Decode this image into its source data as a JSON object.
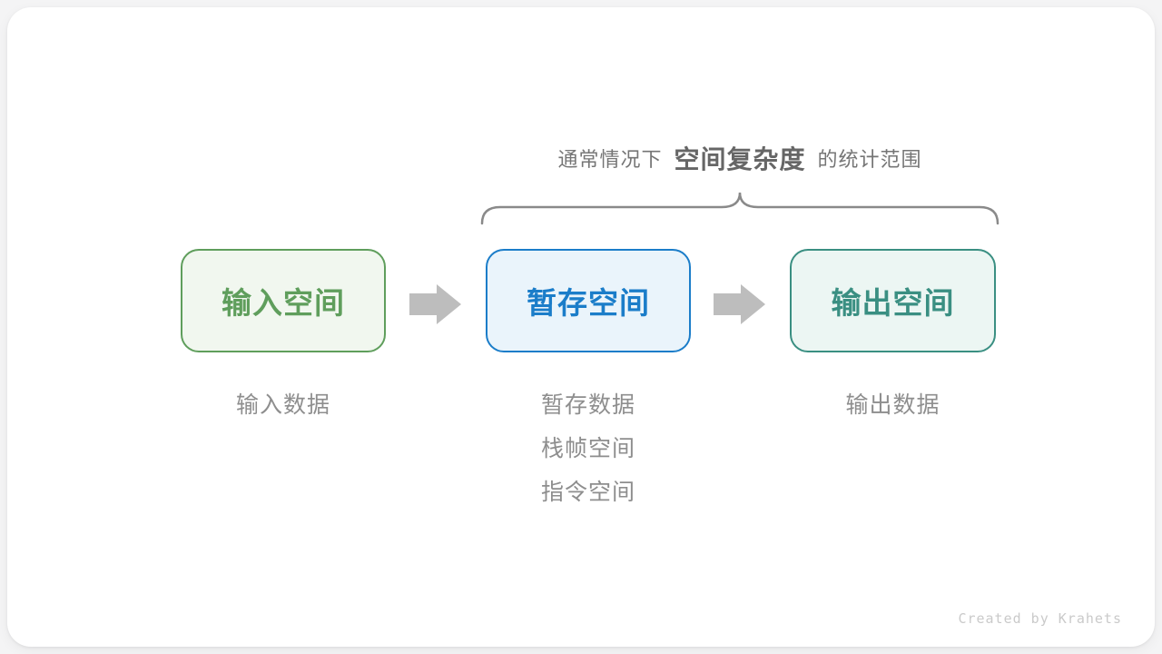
{
  "page": {
    "background": "#f4f4f5",
    "card_background": "#ffffff"
  },
  "annotation": {
    "prefix": "通常情况下",
    "highlight": "空间复杂度",
    "suffix": "的统计范围",
    "text_color": "#757575",
    "highlight_color": "#666666",
    "brace_color": "#8a8a8a"
  },
  "flow": {
    "boxes": [
      {
        "id": "input",
        "label": "输入空间",
        "border_color": "#5f9e5c",
        "fill_color": "#f1f7ef",
        "notes": [
          "输入数据"
        ]
      },
      {
        "id": "temp",
        "label": "暂存空间",
        "border_color": "#1b7dc9",
        "fill_color": "#eaf4fb",
        "notes": [
          "暂存数据",
          "栈帧空间",
          "指令空间"
        ]
      },
      {
        "id": "output",
        "label": "输出空间",
        "border_color": "#3a8f82",
        "fill_color": "#ecf6f3",
        "notes": [
          "输出数据"
        ]
      }
    ],
    "arrow_color": "#bdbdbd",
    "notes_color": "#8e8e8e"
  },
  "watermark": {
    "text": "Created by Krahets",
    "color": "#cacaca"
  }
}
